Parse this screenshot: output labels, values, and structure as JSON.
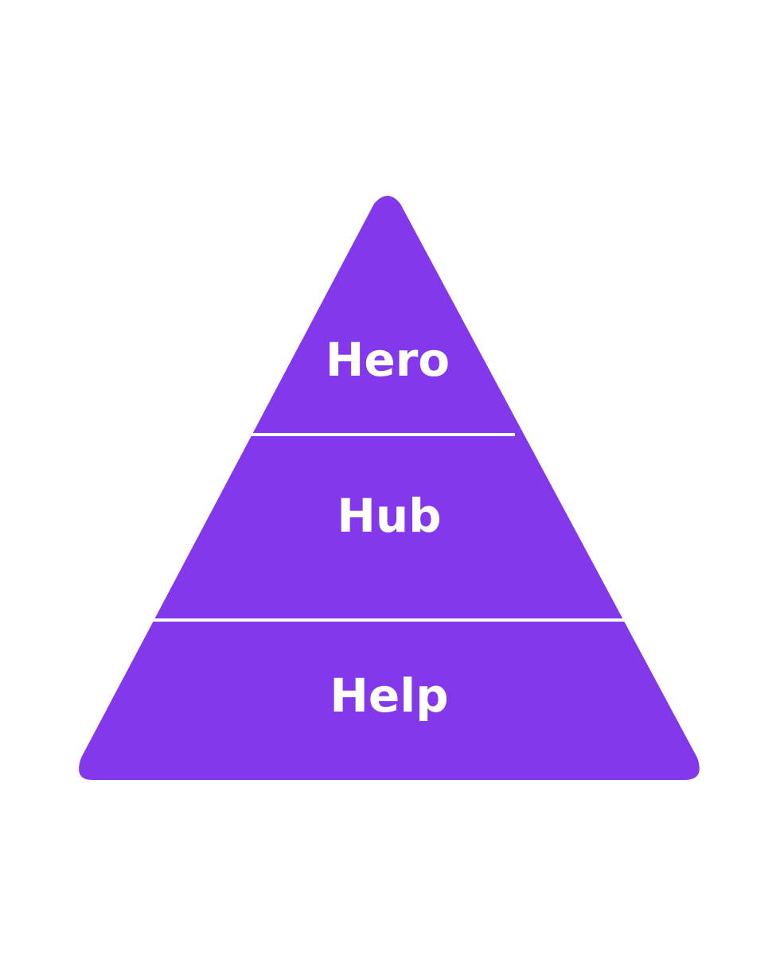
{
  "diagram": {
    "type": "pyramid",
    "fill_color": "#8338ec",
    "divider_color": "#ffffff",
    "background_color": "#ffffff",
    "tiers": [
      {
        "label": "Hero"
      },
      {
        "label": "Hub"
      },
      {
        "label": "Help"
      }
    ]
  }
}
